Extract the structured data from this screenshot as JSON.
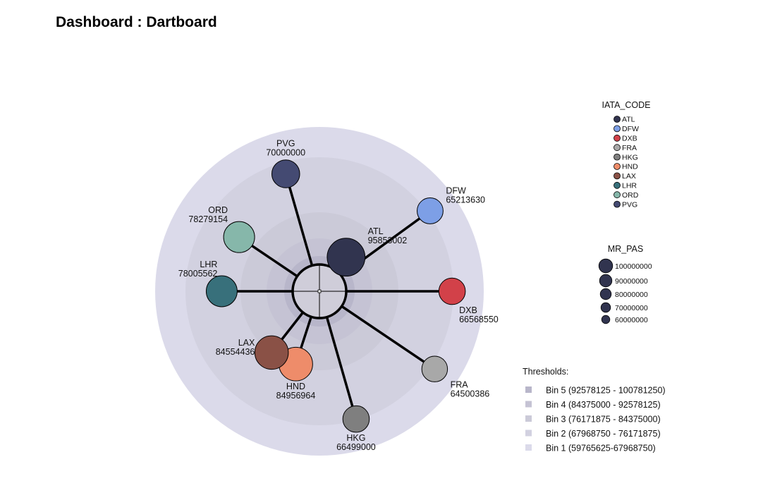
{
  "page": {
    "title": "Dashboard : Dartboard"
  },
  "chart_data": {
    "type": "dartboard",
    "title": "",
    "series": [
      {
        "code": "ATL",
        "value": 95853002,
        "color": "#31344f",
        "angle": 52
      },
      {
        "code": "DFW",
        "value": 65213630,
        "color": "#7d9fe6",
        "angle": 36
      },
      {
        "code": "DXB",
        "value": 66568550,
        "color": "#d24149",
        "angle": 0
      },
      {
        "code": "FRA",
        "value": 64500386,
        "color": "#a8a8a8",
        "angle": -34
      },
      {
        "code": "HKG",
        "value": 66499000,
        "color": "#7f7f7f",
        "angle": -74
      },
      {
        "code": "HND",
        "value": 84956964,
        "color": "#ee8c6a",
        "angle": -108
      },
      {
        "code": "LAX",
        "value": 84554436,
        "color": "#8a5146",
        "angle": -128
      },
      {
        "code": "LHR",
        "value": 78005562,
        "color": "#38707b",
        "angle": 180
      },
      {
        "code": "ORD",
        "value": 78279154,
        "color": "#86b7aa",
        "angle": 146
      },
      {
        "code": "PVG",
        "value": 70000000,
        "color": "#444a72",
        "angle": 106
      }
    ],
    "color_legend": {
      "title": "IATA_CODE",
      "position": "top-right"
    },
    "size_legend": {
      "title": "MR_PAS",
      "entries": [
        "100000000",
        "90000000",
        "80000000",
        "70000000",
        "60000000"
      ],
      "values": [
        100000000,
        90000000,
        80000000,
        70000000,
        60000000
      ],
      "color": "#31344f"
    },
    "thresholds": {
      "title": "Thresholds:",
      "bins": [
        {
          "label": "Bin 5 (92578125 - 100781250)",
          "color": "#b8b6ca"
        },
        {
          "label": "Bin 4 (84375000 - 92578125)",
          "color": "#c5c3d4"
        },
        {
          "label": "Bin 3 (76171875 - 84375000)",
          "color": "#cbcad8"
        },
        {
          "label": "Bin 2 (67968750 - 76171875)",
          "color": "#d2d1e0"
        },
        {
          "label": "Bin 1 (59765625-67968750)",
          "color": "#dbdaea"
        }
      ],
      "ring_colors": [
        "#b8b6ca",
        "#c5c3d4",
        "#cbcad8",
        "#d2d1e0",
        "#dbdaea"
      ]
    }
  }
}
